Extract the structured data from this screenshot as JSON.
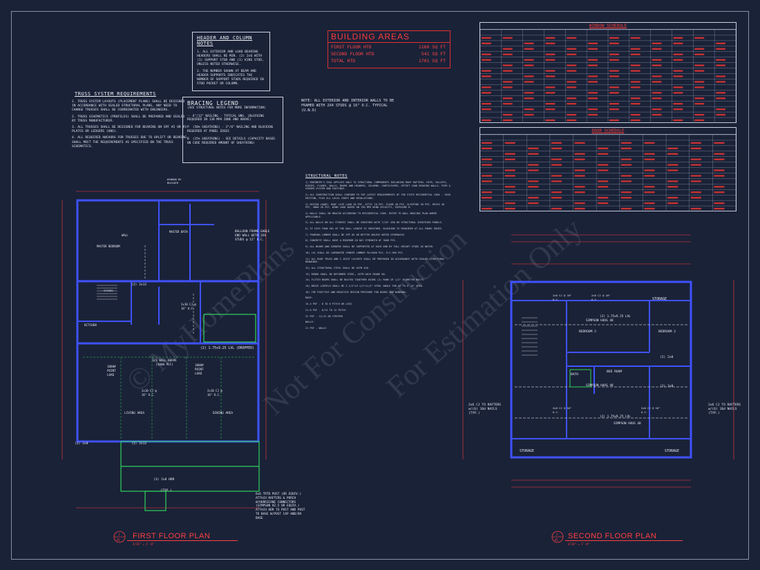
{
  "watermark": {
    "line1": "© MyHomePlans",
    "line2": "Not For Construction",
    "line3": "For Estimation Only"
  },
  "header_column_notes": {
    "title": "HEADER AND COLUMN NOTES",
    "items": [
      "1. ALL EXTERIOR AND LOAD BEARING HEADERS SHALL BE MIN. (2) 2x6 WITH (1) SUPPORT STUD AND (1) KING STUD, UNLESS NOTED OTHERWISE.",
      "2. THE NUMBER SHOWN AT BEAM AND HEADER SUPPORTS INDICATES THE NUMBER OF SUPPORT STUDS REQUIRED IN STUD POCKET OR COLUMN."
    ]
  },
  "truss_requirements": {
    "title": "TRUSS SYSTEM REQUIREMENTS",
    "items": [
      "1. TRUSS SYSTEM LAYOUTS (PLACEMENT PLANS) SHALL BE DESIGNED IN ACCORDANCE WITH SEALED STRUCTURAL PLANS, ANY NEED TO CHANGE TRUSSES SHALL BE COORDINATED WITH ENGINEERS.",
      "2. TRUSS SCHEMATICS (PROFILES) SHALL BE PREPARED AND SEALED BY TRUSS MANUFACTURER.",
      "3. ALL TRUSSES SHALL BE DESIGNED FOR BEARING ON SPF #2 OR #3 PLATES OR LEDGERS (UNO).",
      "4. ALL REQUIRED ANCHORS FOR TRUSSES DUE TO UPLIFT OR BEARING SHALL MEET THE REQUIREMENTS AS SPECIFIED ON THE TRUSS SCHEMATICS."
    ]
  },
  "bracing_legend": {
    "title": "BRACING LEGEND",
    "subtitle": "(SEE STRUCTURAL NOTES FOR MORE INFORMATION)",
    "items": [
      "-- 6\"/12\" NAILING - TYPICAL UNO. (BLOCKING REQUIRED IN 130 MPH ZONE AND ABOVE)",
      "P  (50% SHEATHING) - 3\"/6\" NAILING AND BLOCKING REQUIRED AT PANEL EDGES",
      "B  (15% SHEATHING) - SEE DETAILS (CAPACITY BASED ON CODE REQUIRED AMOUNT OF SHEATHING)"
    ]
  },
  "wall_note": "NOTE: ALL EXTERIOR AND INTERIOR WALLS TO BE FRAMED WITH 2X4 STUDS @ 16\" O.C. TYPICAL (U.N.O)",
  "building_areas": {
    "title": "BUILDING AREAS",
    "rows": [
      {
        "label": "FIRST FLOOR HTD",
        "value": "1160 SQ FT"
      },
      {
        "label": "SECOND FLOOR HTD",
        "value": "541 SQ FT"
      },
      {
        "label": "TOTAL HTD",
        "value": "1701 SQ FT"
      }
    ]
  },
  "window_schedule": {
    "title": "WINDOW SCHEDULE",
    "rows": 17,
    "cols": 12
  },
  "door_schedule": {
    "title": "DOOR SCHEDULE",
    "rows": 14,
    "cols": 11
  },
  "structural_notes": {
    "title": "STRUCTURAL NOTES",
    "paragraphs": [
      "1) ENGINEER'S SEAL APPLIES ONLY TO STRUCTURAL COMPONENTS INCLUDING ROOF RAFTERS, HIPS, VALLEYS, RIDGES, FLOORS, WALLS, BEAMS AND HEADERS, COLUMNS, CANTILEVERS, OFFSET LOAD BEARING WALLS. PIER & GIRDER SYSTEM AND FOOTINGS.",
      "2) ALL CONSTRUCTION SHALL CONFORM TO THE LATEST REQUIREMENTS OF THE STATE RESIDENTIAL CODE - YEAR EDITION, PLUS ALL LOCAL CODES AND REGULATIONS.",
      "3) DESIGN LOADS: ROOF LIVE LOAD 20 PSF, ATTIC 10 PSF, FLOOR 40 PSF, SLEEPING 30 PSF, DECKS 40 PSF, SNOW 20 PSF, WIND LOAD BASED ON 130 MPH WIND VELOCITY, EXPOSURE B.",
      "4) WALLS SHALL BE BRACED ACCORDING TO RESIDENTIAL CODE. REFER TO WALL BRACING PLAN WHERE APPLICABLE.",
      "5) ALL WALLS ON ALL STORIES SHALL BE SHEATHED WITH 7/16\" OSB OR STRUCTURAL SHEATHING PANELS.",
      "6) IF LESS THAN 50% OF THE WALL LENGTH IS SHEATHED, BLOCKING IS REQUIRED AT ALL PANEL EDGES.",
      "7) FRAMING LUMBER SHALL BE SPF #2 OR BETTER UNLESS NOTED OTHERWISE.",
      "8) CONCRETE SHALL HAVE A MINIMUM 28 DAY STRENGTH OF 3000 PSI.",
      "9) ALL BEAMS AND GIRDERS SHALL BE SUPPORTED AT EACH END BY FULL HEIGHT STUDS AS NOTED.",
      "10) LVL SHALL BE LAMINATED VENEER LUMBER Fb=2600 PSI, E=1.9E6 PSI.",
      "11) ALL ROOF TRUSS AND I-JOIST LAYOUTS SHALL BE PREPARED IN ACCORDANCE WITH SEALED STRUCTURAL DRAWINGS.",
      "12) ALL STRUCTURAL STEEL SHALL BE ASTM A36.",
      "13) REBAR SHALL BE DEFORMED STEEL, ASTM A615 GRADE 60.",
      "14) FLITCH BEAMS SHALL BE BOLTED TOGETHER USING (2) ROWS OF 1/2\" DIAMETER BOLTS.",
      "15) BRICK LINTELS SHALL BE 3 1/2\"x3 1/2\"x1/4\" STEEL ANGLE FOR UP TO 6'-0\" SPAN.",
      "16) THE POSITIVE AND NEGATIVE DESIGN PRESSURE FOR DOORS AND WINDOWS.",
      "ROOF:",
      "15.4 PSF - 0 TO 6 PITCH OR LESS",
      "21.6 PSF - 6/12 TO 12 PITCH",
      "31 PSF - 12/12 OR STEEPER",
      "WALLS:",
      "21 PSF - WALLS"
    ]
  },
  "first_floor": {
    "title": "FIRST FLOOR PLAN",
    "scale": "3/16\" = 1'-0\"",
    "number": "1",
    "sheet": "A1",
    "labels": {
      "window_by_builder": "WINDOW BY BUILDER",
      "master_bedroom": "MASTER BEDROOM",
      "master_bath": "MASTER BATH",
      "balloon_frame": "BALLOON FRAME GABLE END WALL WITH 2X4 STUDS @ 12\" O.C.",
      "lvl_dropped": "(2) 1.75x9.25 LVL (DROPPED)",
      "gs_wall_above": "G/S WALL ABOVE (3000 PLF)",
      "point_load_1": "1000# POINT LOAD",
      "point_load_2": "1000# POINT LOAD",
      "ceiling_joists_1": "2x10 CJ @ 16\" O.C.",
      "ceiling_joists_2": "2x10 CJ @ 16\" O.C.",
      "ceiling_joists_3": "2x10 CJ @ 16\" O.C.",
      "living_area": "LIVING AREA",
      "dining_area": "DINING AREA",
      "kitchen": "KITCHEN",
      "hdr_1": "(2) 2x12",
      "hdr_2": "(2) 2x12",
      "hdr_3": "(2) 2x8",
      "porch_hdr": "(3) 2x8 HDR",
      "typ": "(TYP.)",
      "post_note": "6x6 TRTD POST (OR EQUIV.) ATTACH RAFTERS & PORCH W/HURRICANE CONNECTORS (SIMPSON H2.5 OR EQUIV.) ATTACH HDR TO POST AND POST TO BASE W/POST CAP AND/OR BASE",
      "wall_label": "WALL",
      "stair_note": "STAIRS"
    }
  },
  "second_floor": {
    "title": "SECOND FLOOR PLAN",
    "scale": "3/16\" = 1'-0\"",
    "number": "2",
    "sheet": "A1",
    "labels": {
      "storage_top": "STORAGE",
      "storage_bl": "STORAGE",
      "storage_br": "STORAGE",
      "bedroom_2": "BEDROOM 2",
      "bedroom_3": "BEDROOM 3",
      "bath": "BATH",
      "bed_room": "BED ROOM",
      "beam_1": "SIMPSON H4US 48",
      "beam_2": "(2) 1.75x9.25 LVL",
      "beam_3": "SIMPSON H4US 48",
      "beam_4": "(2) 1.75x9.25 LVL",
      "beam_5": "SIMPSON H4US 48",
      "cj_left": "2x6 CJ TO RAFTERS w/(6) 16d NAILS (TYP.)",
      "cj_right": "2x6 CJ TO RAFTERS w/(6) 16d NAILS (TYP.)",
      "cj_1": "2x6 CJ @ 16\" O.C.",
      "cj_2": "2x6 CJ @ 16\" O.C.",
      "cj_3": "2x6 CJ @ 16\" O.C.",
      "cj_4": "2x6 CJ @ 16\" O.C.",
      "hdr_a": "(2) 2x8",
      "hdr_b": "(2) 2x8"
    }
  },
  "colors": {
    "background": "#1a2238",
    "wall": "#3f52ff",
    "dimension": "#ff3b3b",
    "note_text": "#e6e8f0",
    "schedule_red": "#ff3b3b",
    "porch_green": "#2fd35a"
  }
}
